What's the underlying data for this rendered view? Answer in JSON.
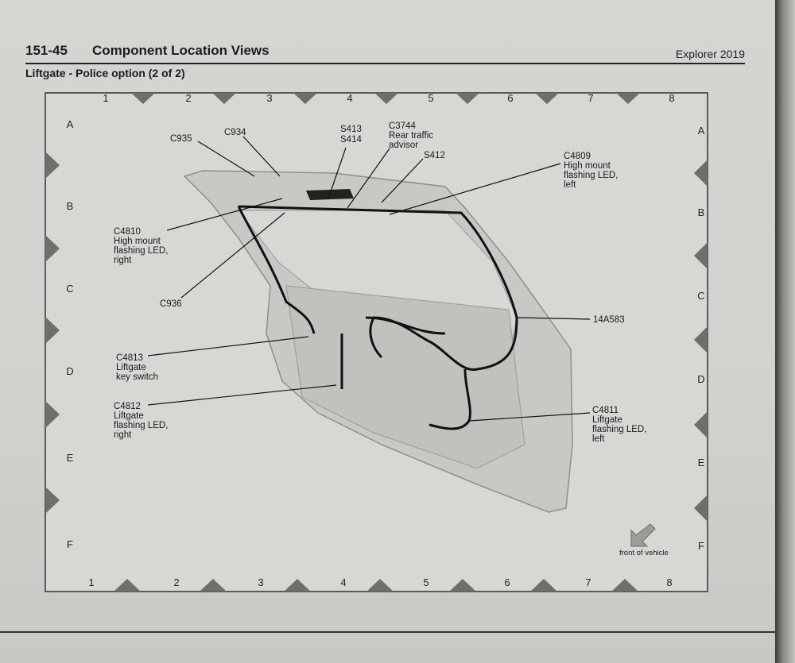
{
  "header": {
    "page_number": "151-45",
    "section_title": "Component Location Views",
    "model": "Explorer 2019",
    "subtitle": "Liftgate - Police option (2 of 2)"
  },
  "grid": {
    "columns": [
      "1",
      "2",
      "3",
      "4",
      "5",
      "6",
      "7",
      "8"
    ],
    "rows": [
      "A",
      "B",
      "C",
      "D",
      "E",
      "F"
    ]
  },
  "callouts": {
    "c935": [
      "C935"
    ],
    "c934": [
      "C934"
    ],
    "s413": [
      "S413",
      "S414"
    ],
    "c3744": [
      "C3744",
      "Rear traffic",
      "advisor"
    ],
    "s412": [
      "S412"
    ],
    "c4809": [
      "C4809",
      "High mount",
      "flashing LED,",
      "left"
    ],
    "c4810": [
      "C4810",
      "High mount",
      "flashing LED,",
      "right"
    ],
    "c936": [
      "C936"
    ],
    "h14a583": [
      "14A583"
    ],
    "c4813": [
      "C4813",
      "Liftgate",
      "key switch"
    ],
    "c4812": [
      "C4812",
      "Liftgate",
      "flashing LED,",
      "right"
    ],
    "c4811": [
      "C4811",
      "Liftgate",
      "flashing LED,",
      "left"
    ]
  },
  "orientation": {
    "label": "front of vehicle",
    "icon": "arrow-down-left-icon"
  }
}
